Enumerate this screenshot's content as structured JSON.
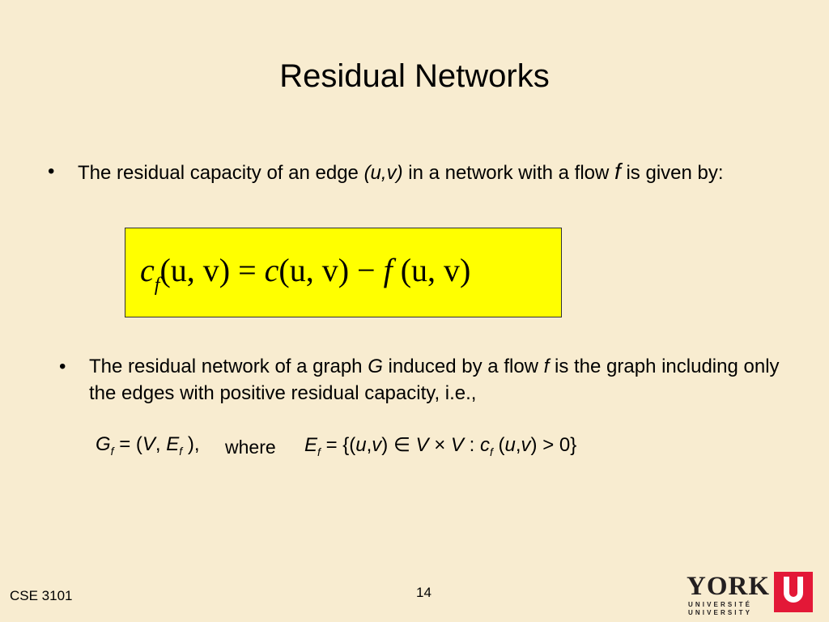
{
  "slide": {
    "title": "Residual Networks",
    "bullet1": {
      "text_a": "The residual capacity of an edge ",
      "edge": "(u,v)",
      "text_b": " in a network with a flow ",
      "flow": "f",
      "text_c": " is given by:"
    },
    "formula": {
      "lhs_c": "c",
      "lhs_sub": "f",
      "lhs_args": "(u, v)",
      "eq": " = ",
      "rhs_c": "c",
      "rhs_c_args": "(u, v)",
      "minus": " − ",
      "rhs_f": "f",
      "rhs_f_args": " (u, v)"
    },
    "bullet2": {
      "text_a": "The residual network of a graph ",
      "graph": "G",
      "text_b": " induced by a flow ",
      "flow": "f",
      "text_c": " is the graph including only the edges with positive residual capacity, i.e.,"
    },
    "definition": {
      "g": "G",
      "g_sub": "f",
      "g_rhs_a": " = (",
      "v1": "V",
      "comma": ", ",
      "e1": "E",
      "e1_sub": "f",
      "g_rhs_b": " ),",
      "where": "where",
      "e2": "E",
      "e2_sub": "f",
      "set_a": " = {(",
      "u": "u",
      "set_comma": ",",
      "v": "v",
      "set_b": ") ∈ ",
      "v2": "V",
      "times": " × ",
      "v3": "V",
      "colon": " : ",
      "c": "c",
      "c_sub": "f",
      "c_args_a": " (",
      "u2": "u",
      "c_comma": ",",
      "v4": "v",
      "c_args_b": ") > 0}"
    },
    "footer": {
      "course": "CSE 3101",
      "page": "14"
    },
    "logo": {
      "word": "YORK",
      "line1": "UNIVERSITÉ",
      "line2": "UNIVERSITY",
      "colors": {
        "red": "#e31837",
        "dark": "#231f20"
      }
    }
  },
  "colors": {
    "background": "#f8ecd0",
    "formula_box": "#ffff00"
  }
}
